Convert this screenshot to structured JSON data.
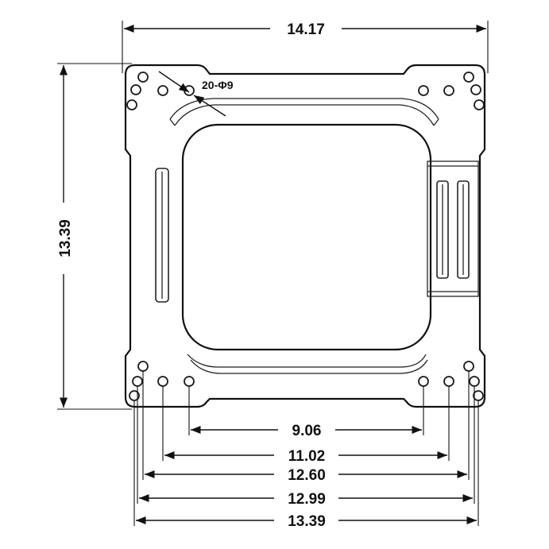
{
  "drawing": {
    "top_width_label": "14.17",
    "height_label": "13.39",
    "hole_callout": "20-Φ9",
    "bottom_spacings": [
      "9.06",
      "11.02",
      "12.60",
      "12.99",
      "13.39"
    ]
  },
  "colors": {
    "line": "#111111",
    "background": "#ffffff"
  }
}
